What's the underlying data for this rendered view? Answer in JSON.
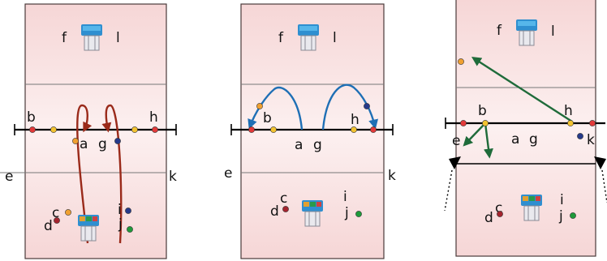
{
  "colors": {
    "panel_fill_top": "#f7dada",
    "panel_fill_mid": "#fbecec",
    "red_dot": "#e23a3a",
    "yellow_dot": "#f2c230",
    "orange_dot": "#f0a030",
    "navy_dot": "#263a8a",
    "maroon_dot": "#a4242e",
    "green_dot": "#1e9a3a",
    "brown_arrow": "#9a2a1a",
    "blue_arrow": "#1e6fb5",
    "green_arrow": "#1f6b3a"
  },
  "icons": [
    "hoop-top-icon",
    "hoop-bottom-icon"
  ],
  "panels": [
    {
      "top_labels": {
        "left": "f",
        "right": "l"
      },
      "axis_labels": {
        "b": "b",
        "a": "a",
        "g": "g",
        "h": "h"
      },
      "side_labels": {
        "e": "e",
        "k": "k"
      },
      "bottom_labels": {
        "c": "c",
        "d": "d",
        "i": "i",
        "j": "j"
      }
    },
    {
      "top_labels": {
        "left": "f",
        "right": "l"
      },
      "axis_labels": {
        "b": "b",
        "a": "a",
        "g": "g",
        "h": "h"
      },
      "side_labels": {
        "e": "e",
        "k": "k"
      },
      "bottom_labels": {
        "c": "c",
        "d": "d",
        "i": "i",
        "j": "j"
      }
    },
    {
      "top_labels": {
        "left": "f",
        "right": "l"
      },
      "axis_labels": {
        "b": "b",
        "a": "a",
        "g": "g",
        "h": "h"
      },
      "side_labels": {
        "e": "e",
        "k": "k"
      },
      "bottom_labels": {
        "c": "c",
        "d": "d",
        "i": "i",
        "j": "j"
      }
    }
  ]
}
